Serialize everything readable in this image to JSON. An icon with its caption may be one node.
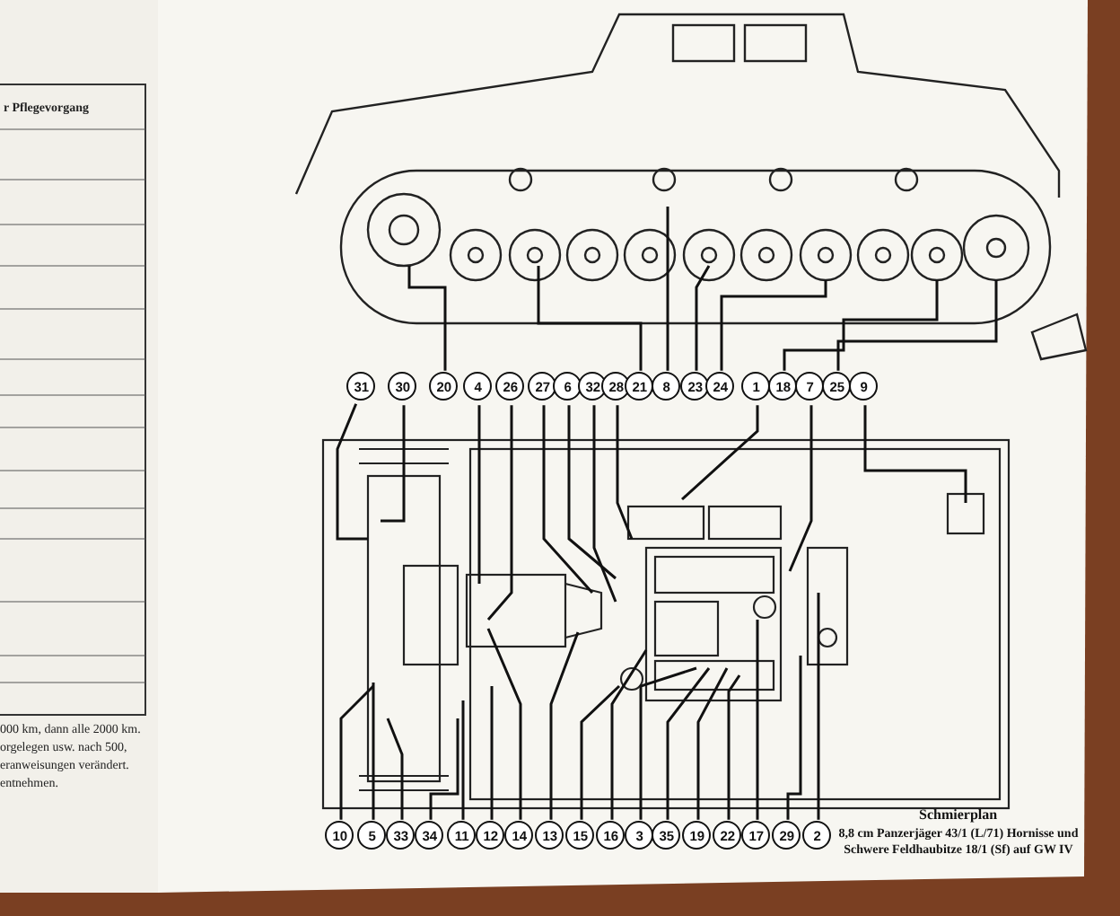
{
  "diagram": {
    "title": "Schmierplan",
    "caption": "8,8 cm Panzerjäger 43/1 (L/71) Hornisse und Schwere Feldhaubitze 18/1 (Sf) auf GW IV",
    "nodes": [
      {
        "text": [
          "31"
        ]
      },
      {
        "text": [
          "30"
        ]
      },
      {
        "text": [
          "20"
        ]
      },
      {
        "text": [
          "4"
        ]
      },
      {
        "text": [
          "26"
        ]
      },
      {
        "text": [
          "27"
        ]
      },
      {
        "text": [
          "6"
        ]
      },
      {
        "text": [
          "32"
        ]
      },
      {
        "text": [
          "28"
        ]
      },
      {
        "text": [
          "21"
        ]
      },
      {
        "text": [
          "8"
        ]
      },
      {
        "text": [
          "23"
        ]
      },
      {
        "text": [
          "24"
        ]
      },
      {
        "text": [
          "1"
        ]
      },
      {
        "text": [
          "18"
        ]
      },
      {
        "text": [
          "7"
        ]
      },
      {
        "text": [
          "25"
        ]
      },
      {
        "text": [
          "9"
        ]
      },
      {
        "text": [
          "10"
        ]
      },
      {
        "text": [
          "5"
        ]
      },
      {
        "text": [
          "33"
        ]
      },
      {
        "text": [
          "34"
        ]
      },
      {
        "text": [
          "11"
        ]
      },
      {
        "text": [
          "12"
        ]
      },
      {
        "text": [
          "14"
        ]
      },
      {
        "text": [
          "13"
        ]
      },
      {
        "text": [
          "15"
        ]
      },
      {
        "text": [
          "16"
        ]
      },
      {
        "text": [
          "3"
        ]
      },
      {
        "text": [
          "35"
        ]
      },
      {
        "text": [
          "19"
        ]
      },
      {
        "text": [
          "22"
        ]
      },
      {
        "text": [
          "17"
        ]
      },
      {
        "text": [
          "29"
        ]
      },
      {
        "text": [
          "2"
        ]
      }
    ],
    "edges": [
      {
        "from": 0,
        "to": null,
        "arrow": "none"
      },
      {
        "from": 1,
        "to": null,
        "arrow": "none"
      },
      {
        "from": 2,
        "to": null,
        "arrow": "none"
      },
      {
        "from": 3,
        "to": null,
        "arrow": "none"
      },
      {
        "from": 4,
        "to": null,
        "arrow": "none"
      },
      {
        "from": 5,
        "to": null,
        "arrow": "none"
      },
      {
        "from": 6,
        "to": null,
        "arrow": "none"
      },
      {
        "from": 7,
        "to": null,
        "arrow": "none"
      },
      {
        "from": 8,
        "to": null,
        "arrow": "none"
      },
      {
        "from": 9,
        "to": null,
        "arrow": "none"
      },
      {
        "from": 10,
        "to": null,
        "arrow": "none"
      },
      {
        "from": 11,
        "to": null,
        "arrow": "none"
      },
      {
        "from": 12,
        "to": null,
        "arrow": "none"
      },
      {
        "from": 13,
        "to": null,
        "arrow": "none"
      },
      {
        "from": 14,
        "to": null,
        "arrow": "none"
      },
      {
        "from": 15,
        "to": null,
        "arrow": "none"
      },
      {
        "from": 16,
        "to": null,
        "arrow": "none"
      },
      {
        "from": 17,
        "to": null,
        "arrow": "none"
      },
      {
        "from": 18,
        "to": null,
        "arrow": "none"
      },
      {
        "from": 19,
        "to": null,
        "arrow": "none"
      },
      {
        "from": 20,
        "to": null,
        "arrow": "none"
      },
      {
        "from": 21,
        "to": null,
        "arrow": "none"
      },
      {
        "from": 22,
        "to": null,
        "arrow": "none"
      },
      {
        "from": 23,
        "to": null,
        "arrow": "none"
      },
      {
        "from": 24,
        "to": null,
        "arrow": "none"
      },
      {
        "from": 25,
        "to": null,
        "arrow": "none"
      },
      {
        "from": 26,
        "to": null,
        "arrow": "none"
      },
      {
        "from": 27,
        "to": null,
        "arrow": "none"
      },
      {
        "from": 28,
        "to": null,
        "arrow": "none"
      },
      {
        "from": 29,
        "to": null,
        "arrow": "none"
      },
      {
        "from": 30,
        "to": null,
        "arrow": "none"
      },
      {
        "from": 31,
        "to": null,
        "arrow": "none"
      },
      {
        "from": 32,
        "to": null,
        "arrow": "none"
      },
      {
        "from": 33,
        "to": null,
        "arrow": "none"
      },
      {
        "from": 34,
        "to": null,
        "arrow": "none"
      }
    ],
    "labels": [
      "r Pflegevorgang",
      "000 km, dann alle 2000 km.",
      "orgelegen usw. nach 500,",
      "eranweisungen verändert.",
      "entnehmen."
    ]
  }
}
